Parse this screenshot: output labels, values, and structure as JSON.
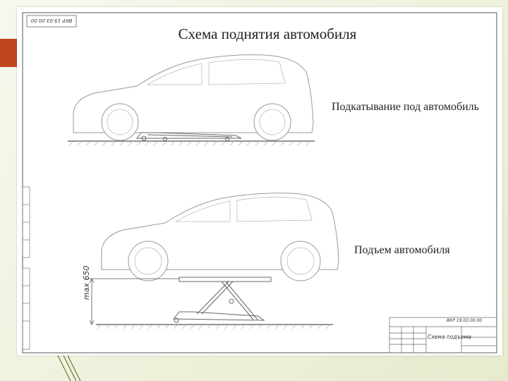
{
  "title": "Схема поднятия автомобиля",
  "stage_1_label": "Подкатывание под автомобиль",
  "stage_2_label": "Подъем автомобиля",
  "dimension_label": "max 650",
  "title_block": {
    "document_code": "ВКР 19.03.00.00",
    "drawing_name": "Схема подъема",
    "stamp_code": "ВКР 19.03.00.00"
  },
  "colors": {
    "accent": "#c0451f",
    "line": "#777777",
    "background": "#eef2dc"
  }
}
